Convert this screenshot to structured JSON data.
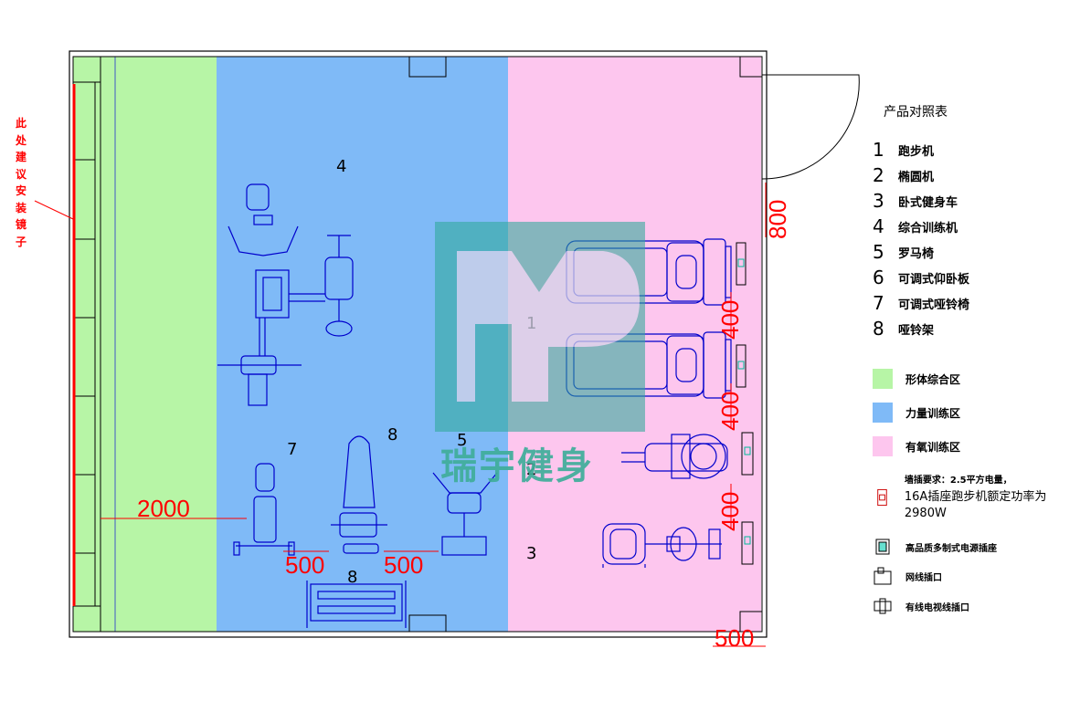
{
  "legend": {
    "title": "产品对照表",
    "items": [
      {
        "num": "1",
        "label": "跑步机"
      },
      {
        "num": "2",
        "label": "椭圆机"
      },
      {
        "num": "3",
        "label": "卧式健身车"
      },
      {
        "num": "4",
        "label": "综合训练机"
      },
      {
        "num": "5",
        "label": "罗马椅"
      },
      {
        "num": "6",
        "label": "可调式仰卧板"
      },
      {
        "num": "7",
        "label": "可调式哑铃椅"
      },
      {
        "num": "8",
        "label": "哑铃架"
      }
    ]
  },
  "zones": [
    {
      "label": "形体综合区",
      "color": "#b7f5a6"
    },
    {
      "label": "力量训练区",
      "color": "#7fbaf7"
    },
    {
      "label": "有氧训练区",
      "color": "#fdc6ee"
    }
  ],
  "power_note": {
    "line1": "墙插要求：2.5平方电量，",
    "line2": "16A插座跑步机额定功率为2980W"
  },
  "sockets": [
    {
      "label": "高品质多制式电源插座"
    },
    {
      "label": "网线插口"
    },
    {
      "label": "有线电视线插口"
    }
  ],
  "mirror_note": "此处建议安装镜子",
  "dimensions": {
    "d2000": "2000",
    "d500a": "500",
    "d500b": "500",
    "d800": "800",
    "d400a": "400",
    "d400b": "400",
    "d400c": "400",
    "d500c": "500"
  },
  "plan_labels": {
    "n1": "1",
    "n2": "2",
    "n3": "3",
    "n4": "4",
    "n5": "5",
    "n7": "7",
    "n8a": "8",
    "n8b": "8"
  },
  "watermark": "瑞宇健身",
  "colors": {
    "wall": "#000000",
    "equipment": "#0000cc",
    "dimension": "#ff0000",
    "teal": "#2fa89a"
  }
}
